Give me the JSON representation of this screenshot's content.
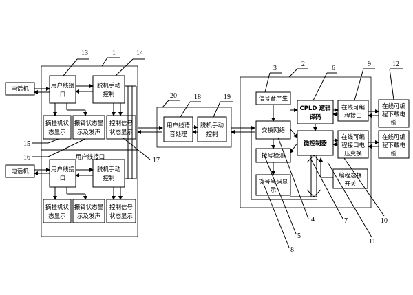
{
  "left_unit": {
    "phone_top": "电话机",
    "line_interface_top": [
      "用户线接",
      "口"
    ],
    "handset_control_top": [
      "脱机手动",
      "控制"
    ],
    "hook_display_top": [
      "摘挂机状",
      "态显示"
    ],
    "ring_display_top": [
      "振铃状态显",
      "示及发声"
    ],
    "ctrl_display_top": [
      "控制信号",
      "状态显示"
    ],
    "section_label": "用户线接口",
    "phone_bottom": "电话机",
    "line_interface_bottom": [
      "用户线接",
      "口"
    ],
    "handset_control_bottom": [
      "脱机手动",
      "控制"
    ],
    "hook_display_bottom": [
      "摘挂机状",
      "态显示"
    ],
    "ring_display_bottom": [
      "振铃状态显",
      "示及发声"
    ],
    "ctrl_display_bottom": [
      "控制信号",
      "状态显示"
    ]
  },
  "middle_unit": {
    "voice_processing": [
      "用户线语",
      "音处理"
    ],
    "handset_control": [
      "脱机手动",
      "控制"
    ]
  },
  "right_unit": {
    "tone_generator": "信号音产生",
    "switch_network": "交换网络",
    "dial_detect": "拨号检测",
    "dial_display": [
      "拨号号码显",
      "示"
    ],
    "cpld_decoder": [
      "CPLD 逻辑",
      "译码"
    ],
    "microcontroller": "微控制器",
    "isp_interface": [
      "在线可编",
      "程接口"
    ],
    "isp_voltage": [
      "在线可编",
      "程接口电",
      "压变换"
    ],
    "isp_cable_top": [
      "在线可编",
      "程下载电",
      "缆"
    ],
    "isp_cable_bottom": [
      "在线可编",
      "程下载电",
      "缆"
    ],
    "program_switch": [
      "编程选择",
      "开关"
    ]
  },
  "labels": [
    "1",
    "2",
    "3",
    "4",
    "5",
    "6",
    "7",
    "8",
    "9",
    "10",
    "11",
    "12",
    "13",
    "14",
    "15",
    "16",
    "17",
    "18",
    "19",
    "20"
  ]
}
